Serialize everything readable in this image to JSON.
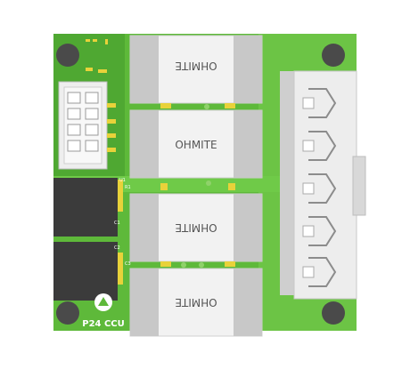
{
  "resistors": [
    {
      "label": "OHMITE",
      "orientation": "flipped"
    },
    {
      "label": "OHMITE",
      "orientation": "normal"
    },
    {
      "label": "OHMITE",
      "orientation": "flipped"
    },
    {
      "label": "OHMITE",
      "orientation": "flipped"
    }
  ],
  "silkscreen": {
    "board_name": "P24 CCU",
    "ref_designators": [
      "U1",
      "C1",
      "C2",
      "C3",
      "R1"
    ]
  },
  "colors": {
    "pcb_green": "#5eb93a",
    "pcb_dark": "#3f8a28",
    "copper_pad": "#e8d23a",
    "resistor_body": "#f2f2f2",
    "resistor_cap": "#c8c8c8",
    "inductor": "#3b3b3b",
    "mount_hole": "#4a4a4a",
    "connector": "#ededed"
  },
  "logo": "p24-ccu-logo-icon"
}
